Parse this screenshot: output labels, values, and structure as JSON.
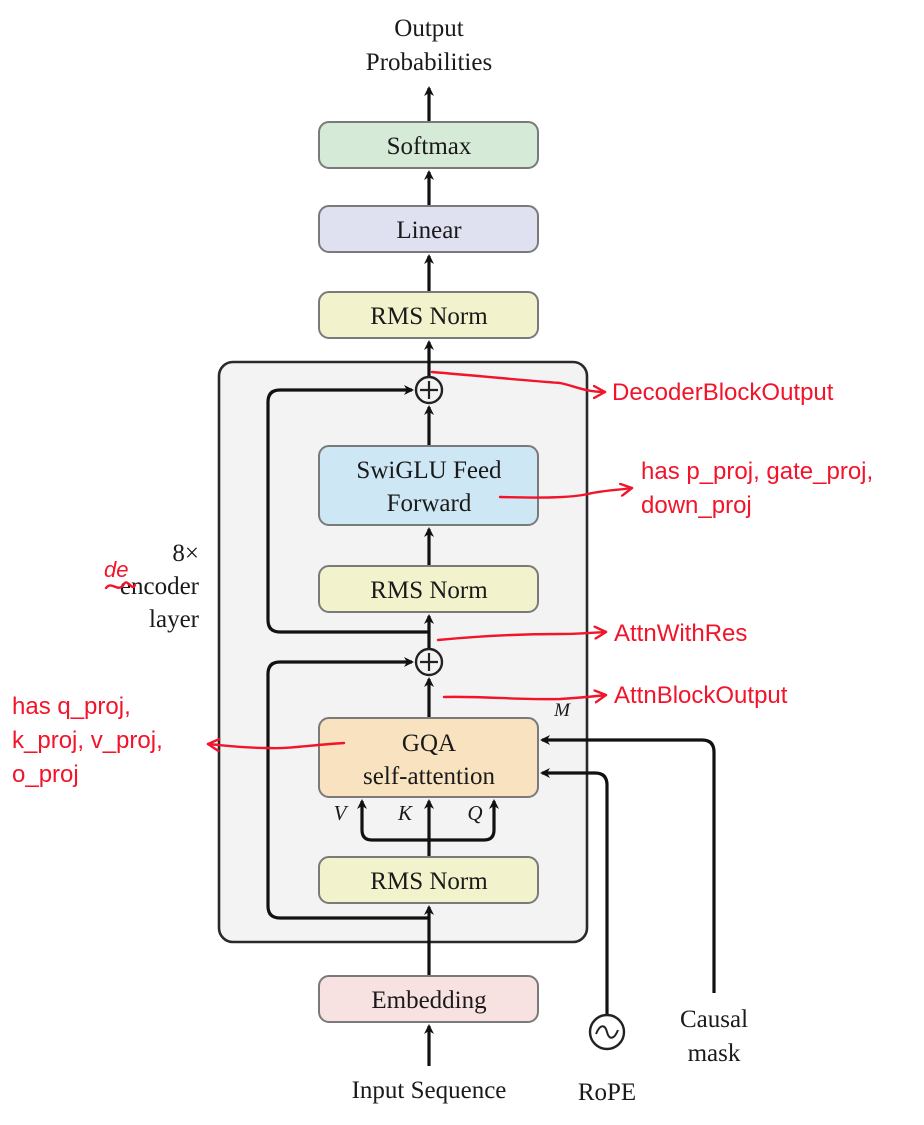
{
  "diagram": {
    "title": "Decoder-only transformer architecture (LLaMA-style)",
    "output_label": [
      "Output",
      "Probabilities"
    ],
    "blocks": {
      "softmax": {
        "label": "Softmax",
        "color": "#d5ead7"
      },
      "linear": {
        "label": "Linear",
        "color": "#dfe0f0"
      },
      "final_norm": {
        "label": "RMS Norm",
        "color": "#f2f2cd"
      },
      "ffn": {
        "label": [
          "SwiGLU Feed",
          "Forward"
        ],
        "color": "#cde7f5"
      },
      "ffn_norm": {
        "label": "RMS Norm",
        "color": "#f2f2cd"
      },
      "attention": {
        "label": [
          "GQA",
          "self-attention"
        ],
        "color": "#f8e2c0"
      },
      "attn_norm": {
        "label": "RMS Norm",
        "color": "#f2f2cd"
      },
      "embedding": {
        "label": "Embedding",
        "color": "#f8e1e1"
      }
    },
    "container": {
      "color": "#f3f3f3",
      "repeat_label": "8×",
      "layer_label_struck": "encoder",
      "layer_label_line2": "layer",
      "correction": "de",
      "layer_label_rest": "coder"
    },
    "attention_inputs": {
      "v": "V",
      "k": "K",
      "q": "Q",
      "mask": "M"
    },
    "input_label": "Input Sequence",
    "rope_label": "RoPE",
    "causal_mask_label": [
      "Causal",
      "mask"
    ],
    "add_symbol": "+"
  },
  "annotations": {
    "color": "#f2142a",
    "decoder_block_output": "DecoderBlockOutput",
    "ffn_note": [
      "has p_proj, gate_proj,",
      "down_proj"
    ],
    "attn_with_res": "AttnWithRes",
    "attn_block_output": "AttnBlockOutput",
    "attn_note": [
      "has q_proj,",
      "k_proj, v_proj,",
      "o_proj"
    ]
  }
}
